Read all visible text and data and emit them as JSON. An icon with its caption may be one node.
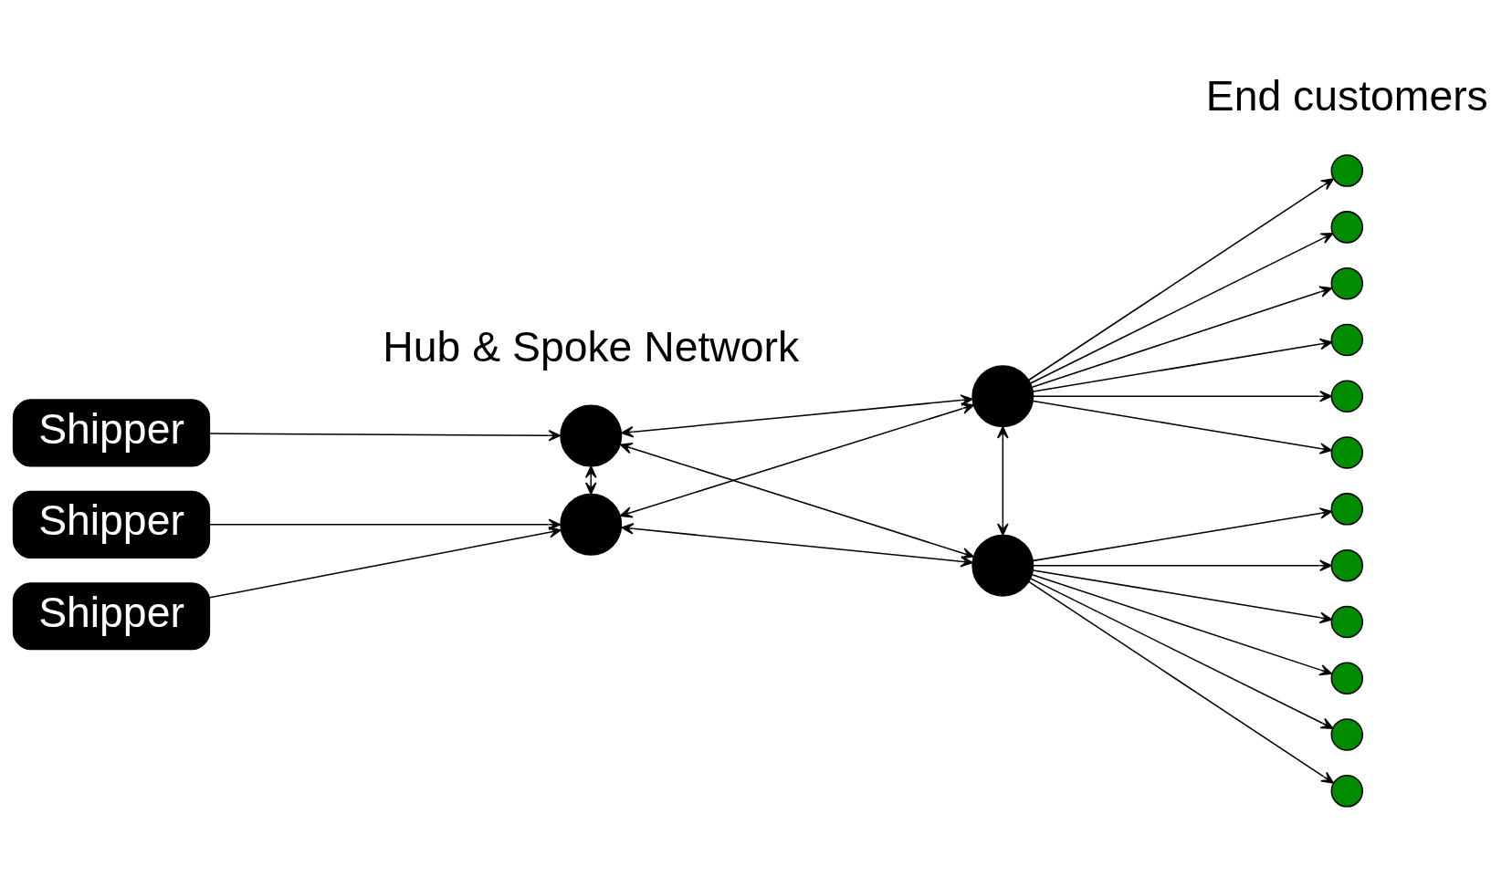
{
  "diagram": {
    "nodes": [
      {
        "text": [
          "Shipper"
        ]
      },
      {
        "text": [
          "Shipper"
        ]
      },
      {
        "text": [
          "Shipper"
        ]
      },
      {
        "text": [],
        "shape": "circle"
      },
      {
        "text": [],
        "shape": "circle"
      },
      {
        "text": [],
        "shape": "circle"
      },
      {
        "text": [],
        "shape": "circle"
      },
      {
        "text": [],
        "shape": "circle"
      },
      {
        "text": [],
        "shape": "circle"
      },
      {
        "text": [],
        "shape": "circle"
      },
      {
        "text": [],
        "shape": "circle"
      },
      {
        "text": [],
        "shape": "circle"
      },
      {
        "text": [],
        "shape": "circle"
      },
      {
        "text": [],
        "shape": "circle"
      },
      {
        "text": [],
        "shape": "circle"
      },
      {
        "text": [],
        "shape": "circle"
      },
      {
        "text": [],
        "shape": "circle"
      },
      {
        "text": [],
        "shape": "circle"
      },
      {
        "text": [],
        "shape": "circle"
      }
    ],
    "edges": [
      {
        "from": 0,
        "to": 3,
        "arrow": "to"
      },
      {
        "from": 3,
        "to": 4,
        "arrow": "both"
      },
      {
        "from": 3,
        "to": 5,
        "arrow": "both"
      },
      {
        "from": 3,
        "to": 6,
        "arrow": "both"
      },
      {
        "from": 4,
        "to": 5,
        "arrow": "both"
      },
      {
        "from": 4,
        "to": 6,
        "arrow": "both"
      },
      {
        "from": 5,
        "to": 6,
        "arrow": "both"
      },
      {
        "from": 1,
        "to": 5,
        "arrow": "to"
      },
      {
        "from": 2,
        "to": 5,
        "arrow": "to"
      },
      {
        "from": 4,
        "to": 7,
        "arrow": "to"
      },
      {
        "from": 4,
        "to": 8,
        "arrow": "to"
      },
      {
        "from": 4,
        "to": 9,
        "arrow": "to"
      },
      {
        "from": 4,
        "to": 10,
        "arrow": "to"
      },
      {
        "from": 4,
        "to": 11,
        "arrow": "to"
      },
      {
        "from": 4,
        "to": 12,
        "arrow": "to"
      },
      {
        "from": 6,
        "to": 13,
        "arrow": "to"
      },
      {
        "from": 6,
        "to": 14,
        "arrow": "to"
      },
      {
        "from": 6,
        "to": 15,
        "arrow": "to"
      },
      {
        "from": 6,
        "to": 16,
        "arrow": "to"
      },
      {
        "from": 6,
        "to": 17,
        "arrow": "to"
      },
      {
        "from": 6,
        "to": 18,
        "arrow": "to"
      }
    ],
    "labels": [
      "End customers",
      "Hub & Spoke Network"
    ]
  }
}
